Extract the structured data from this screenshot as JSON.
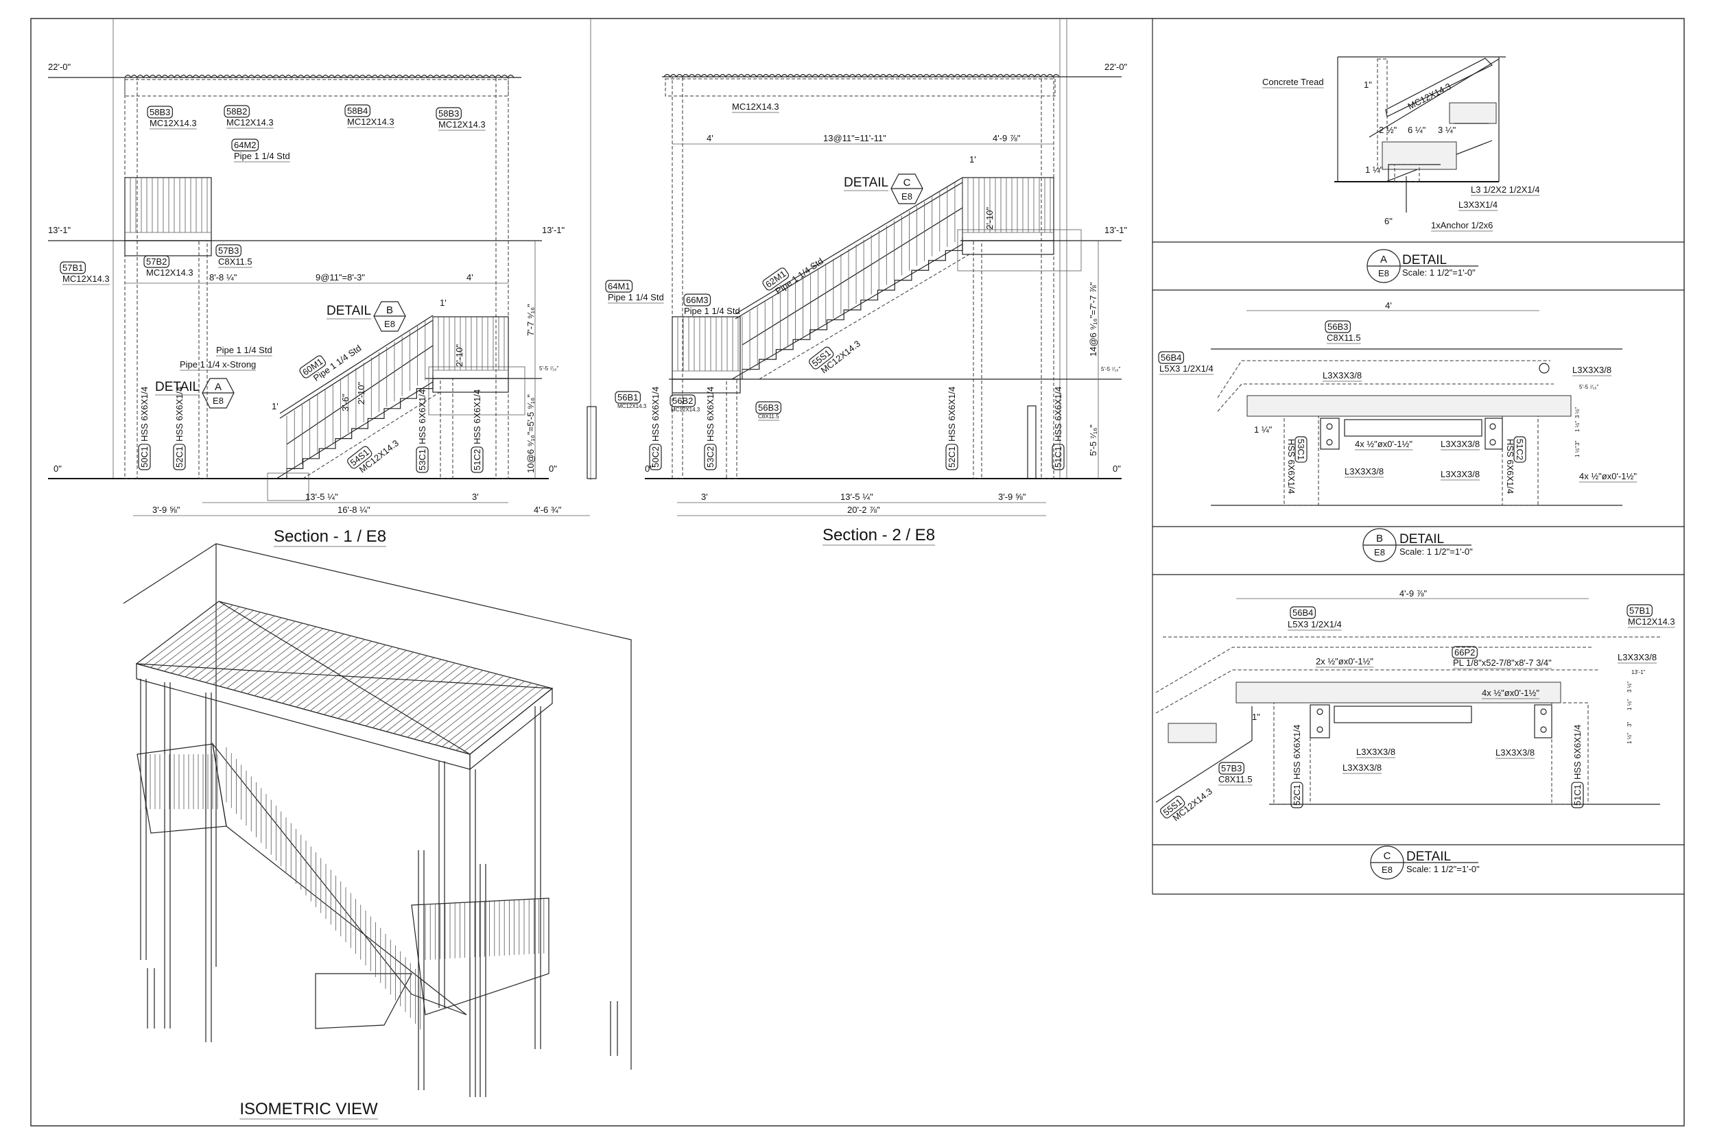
{
  "section1": {
    "title": "Section - 1 / E8",
    "levels": {
      "top": "22'-0\"",
      "upper": "13'-1\"",
      "ground": "0\""
    },
    "roof_beams": [
      {
        "mark": "58B3",
        "size": "MC12X14.3"
      },
      {
        "mark": "58B2",
        "size": "MC12X14.3"
      },
      {
        "mark": "58B4",
        "size": "MC12X14.3"
      },
      {
        "mark": "58B3",
        "size": "MC12X14.3"
      }
    ],
    "rail_top": {
      "mark": "64M2",
      "size": "Pipe 1 1/4 Std"
    },
    "landing_beams": [
      {
        "mark": "57B1",
        "size": "MC12X14.3"
      },
      {
        "mark": "57B2",
        "size": "MC12X14.3"
      },
      {
        "mark": "57B3",
        "size": "C8X11.5"
      }
    ],
    "top_dims": [
      "8'-8 ¼\"",
      "9@11\"=8'-3\"",
      "4'"
    ],
    "detail_b": {
      "label": "DETAIL",
      "letter": "B",
      "sheet": "E8"
    },
    "detail_a": {
      "label": "DETAIL",
      "letter": "A",
      "sheet": "E8"
    },
    "one_ft": "1'",
    "pipe_std": "Pipe 1 1/4 Std",
    "pipe_xs": "Pipe 1 1/4 x-Strong",
    "rail": {
      "mark": "60M1",
      "size": "Pipe 1 1/4 Std"
    },
    "rail_heights": [
      "3'-6\"",
      "2'-10\"",
      "2'-10\""
    ],
    "mid_level": "5'-5 ⁷⁄₁₆\"",
    "stringer": {
      "mark": "54S1",
      "size": "MC12X14.3"
    },
    "columns": [
      {
        "mark": "50C1",
        "size": "HSS 6X6X1/4"
      },
      {
        "mark": "52C1",
        "size": "HSS 6X6X1/4"
      },
      {
        "mark": "53C1",
        "size": "HSS 6X6X1/4"
      },
      {
        "mark": "51C2",
        "size": "HSS 6X6X1/4"
      }
    ],
    "vert_dims": [
      "7'-7 ⁹⁄₁₆\"",
      "10@6 ⁹⁄₁₆\"=5'-5 ⁹⁄₁₆\""
    ],
    "bottom_dims": [
      "13'-5 ¼\"",
      "3'",
      "3'-9 ⅝\"",
      "16'-8 ¼\"",
      "4'-6 ¾\""
    ]
  },
  "section2": {
    "title": "Section - 2 / E8",
    "levels": {
      "top": "22'-0\"",
      "upper": "13'-1\"",
      "mid": "5'-5 ⁷⁄₁₆\"",
      "ground": "0\""
    },
    "roof_beam": "MC12X14.3",
    "top_dims": [
      "4'",
      "13@11\"=11'-11\"",
      "4'-9 ⅞\""
    ],
    "one_ft": "1'",
    "detail_c": {
      "label": "DETAIL",
      "letter": "C",
      "sheet": "E8"
    },
    "rail_height": "2'-10\"",
    "rail": {
      "mark": "62M1",
      "size": "Pipe 1 1/4 Std"
    },
    "rail_end": {
      "mark": "64M1",
      "size": "Pipe 1 1/4 Std"
    },
    "rail_lower": {
      "mark": "66M3",
      "size": "Pipe 1 1/4 Std"
    },
    "stringer": {
      "mark": "55S1",
      "size": "MC12X14.3"
    },
    "landing_beams": [
      {
        "mark": "56B1",
        "size": "MC12X14.3"
      },
      {
        "mark": "56B2",
        "size": "MC12X14.3"
      },
      {
        "mark": "56B3",
        "size": "C8X11.5"
      }
    ],
    "columns": [
      {
        "mark": "50C2",
        "size": "HSS 6X6X1/4"
      },
      {
        "mark": "53C2",
        "size": "HSS 6X6X1/4"
      },
      {
        "mark": "52C1",
        "size": "HSS 6X6X1/4"
      },
      {
        "mark": "51C1",
        "size": "HSS 6X6X1/4"
      }
    ],
    "vert_dims": [
      "14@6 ⁹⁄₁₆\"=7'-7 ⅞\"",
      "5'-5 ⁷⁄₁₆\""
    ],
    "bottom_dims": [
      "3'",
      "13'-5 ¼\"",
      "3'-9 ⅝\"",
      "20'-2 ⅞\""
    ]
  },
  "isometric": {
    "title": "ISOMETRIC VIEW"
  },
  "detail_a": {
    "letter": "A",
    "sheet": "E8",
    "label": "DETAIL",
    "scale": "Scale: 1 1/2\"=1'-0\"",
    "notes": {
      "tread": "Concrete Tread",
      "stringer": "MC12X14.3",
      "angle1": "L3 1/2X2 1/2X1/4",
      "angle2": "L3X3X1/4",
      "anchor": "1xAnchor 1/2x6"
    },
    "dims": [
      "1\"",
      "2 ½\"",
      "6 ¼\"",
      "3 ¼\"",
      "1 ¼\"",
      "6\""
    ]
  },
  "detail_b": {
    "letter": "B",
    "sheet": "E8",
    "label": "DETAIL",
    "scale": "Scale: 1 1/2\"=1'-0\"",
    "width": "4'",
    "beam": {
      "mark": "56B3",
      "size": "C8X11.5"
    },
    "edge": {
      "mark": "56B4",
      "size": "L5X3 1/2X1/4"
    },
    "angle": "L3X3X3/8",
    "bolts": "4x ½\"øx0'-1½\"",
    "level": "5'-5 ⁷⁄₁₆\"",
    "columns": [
      {
        "mark": "53C1",
        "size": "HSS 6X6X1/4"
      },
      {
        "mark": "51C2",
        "size": "HSS 6X6X1/4"
      }
    ],
    "dims": [
      "1 ¼\"",
      "3 ½\"",
      "1 ½\"",
      "3\"",
      "1 ½\""
    ]
  },
  "detail_c": {
    "letter": "C",
    "sheet": "E8",
    "label": "DETAIL",
    "scale": "Scale: 1 1/2\"=1'-0\"",
    "width": "4'-9 ⅞\"",
    "edge": {
      "mark": "56B4",
      "size": "L5X3 1/2X1/4"
    },
    "beam_r": {
      "mark": "57B1",
      "size": "MC12X14.3"
    },
    "plate": {
      "mark": "66P2",
      "size": "PL 1/8\"x52-7/8\"x8'-7 3/4\""
    },
    "bolts2": "2x ½\"øx0'-1½\"",
    "bolts4": "4x ½\"øx0'-1½\"",
    "angle": "L3X3X3/8",
    "level": "13'-1\"",
    "beam_l": {
      "mark": "57B3",
      "size": "C8X11.5"
    },
    "stringer": {
      "mark": "55S1",
      "size": "MC12X14.3"
    },
    "columns": [
      {
        "mark": "52C1",
        "size": "HSS 6X6X1/4"
      },
      {
        "mark": "51C1",
        "size": "HSS 6X6X1/4"
      }
    ],
    "dims": [
      "1\"",
      "3 ½\"",
      "1 ½\"",
      "3\"",
      "1 ½\""
    ]
  }
}
